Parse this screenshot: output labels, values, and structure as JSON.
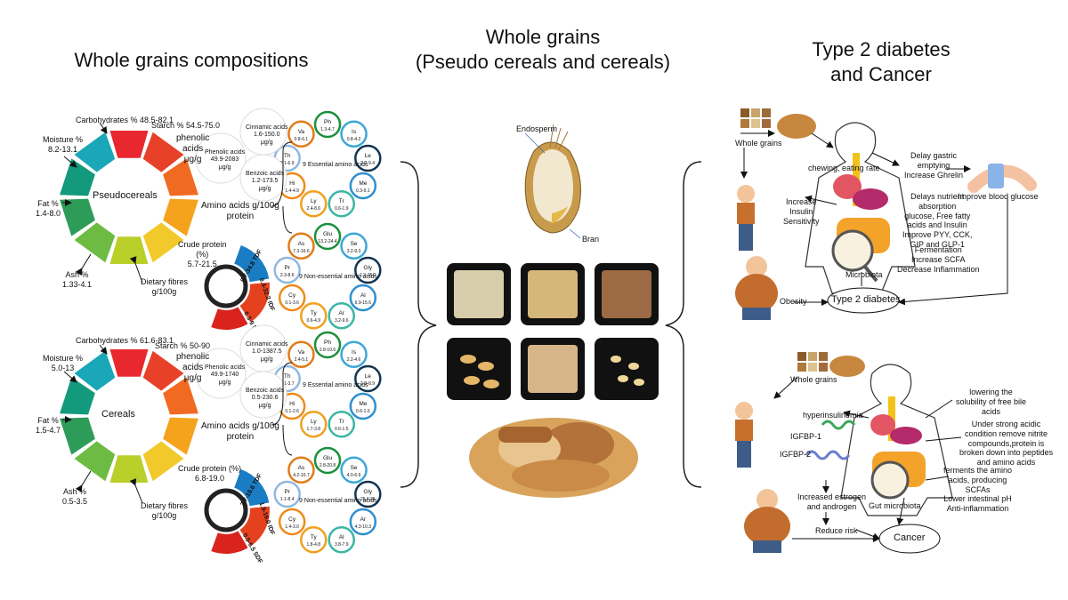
{
  "titles": {
    "left": "Whole grains compositions",
    "center_line1": "Whole grains",
    "center_line2": "(Pseudo cereals and cereals)",
    "right_line1": "Type 2 diabetes",
    "right_line2": "and Cancer"
  },
  "pseudo": {
    "center": "Pseudocereals",
    "carbohydrates": "Carbohydrates % 48.5-82.1",
    "starch": "Starch % 54.5-75.0",
    "moisture": "Moisture %\n8.2-13.1",
    "fat": "Fat %\n1.4-8.0",
    "ash": "Ash %\n1.33-4.1",
    "phenolic_label": "phenolic\nacids\nμg/g",
    "phenolic_total": "Phenolic acids\n49.9-2083\nμg/g",
    "cinnamic": "Cinnamic acids\n1.6-150.0\nμg/g",
    "benzoic": "Benzoic acids\n1.2-173.5\nμg/g",
    "amino_label": "Amino acids g/100g\nprotein",
    "protein_label": "Crude protein\n(%)\n5.7-21.5",
    "fibre_label": "Dietary fibres\ng/100g",
    "fibre_tdf": "0.7-34.8 TDF",
    "fibre_idf": "0.4-32.2 IDF",
    "fibre_sdf": "0.3-9 SDF",
    "essential_title": "9 Essential amino acids",
    "nonessential_title": "9 Non-essential amino acids",
    "essential": [
      {
        "name": "Ph",
        "val": "1.3-4.7"
      },
      {
        "name": "Is",
        "val": "0.8-4.2"
      },
      {
        "name": "Le",
        "val": "2.2-9.4"
      },
      {
        "name": "Me",
        "val": "0.3-9.1"
      },
      {
        "name": "Tr",
        "val": "0.6-1.9"
      },
      {
        "name": "Ly",
        "val": "2.4-8.6"
      },
      {
        "name": "Hi",
        "val": "1.4-4.9"
      },
      {
        "name": "Th",
        "val": "2.1-6.9"
      },
      {
        "name": "Va",
        "val": "0.8-6.1"
      }
    ],
    "nonessential": [
      {
        "name": "Glu",
        "val": "13.2-24.4"
      },
      {
        "name": "Se",
        "val": "3.2-9.3"
      },
      {
        "name": "Gly",
        "val": "2.2-15.2"
      },
      {
        "name": "Al",
        "val": "6.9-15.6"
      },
      {
        "name": "Ar",
        "val": "3.2-9.6"
      },
      {
        "name": "Ty",
        "val": "0.6-4.9"
      },
      {
        "name": "Cy",
        "val": "0.1-3.6"
      },
      {
        "name": "Pr",
        "val": "2.3-8.6"
      },
      {
        "name": "As",
        "val": "7.3-16.6"
      }
    ]
  },
  "cereal": {
    "center": "Cereals",
    "carbohydrates": "Carbohydrates % 61.6-83.1",
    "starch": "Starch % 50-90",
    "moisture": "Moisture %\n5.0-13",
    "fat": "Fat %\n1.5-4.7",
    "ash": "Ash %\n0.5-3.5",
    "phenolic_label": "phenolic\nacids\nμg/g",
    "phenolic_total": "Phenolic acids\n49.9-1740\nμg/g",
    "cinnamic": "Cinnamic acids\n1.0-1387.5\nμg/g",
    "benzoic": "Benzoic acids\n0.5-230.6\nμg/g",
    "amino_label": "Amino acids g/100g\nprotein",
    "protein_label": "Crude protein (%)\n6.8-19.0",
    "fibre_label": "Dietary fibres\ng/100g",
    "fibre_tdf": "2.7-19.6 TDF",
    "fibre_idf": "1.9-16.0 IDF",
    "fibre_sdf": "0.5-6.5 SDF",
    "essential_title": "9 Essential amino acids",
    "nonessential_title": "9 Non-essential amino acids",
    "essential": [
      {
        "name": "Ph",
        "val": "2.8-10.6"
      },
      {
        "name": "Is",
        "val": "2.2-4.6"
      },
      {
        "name": "Le",
        "val": "1.3-8.9"
      },
      {
        "name": "Me",
        "val": "0.6-1.6"
      },
      {
        "name": "Tr",
        "val": "0.6-1.5"
      },
      {
        "name": "Ly",
        "val": "1.7-3.8"
      },
      {
        "name": "Hi",
        "val": "0.1-2.6"
      },
      {
        "name": "Th",
        "val": "1.1-3.7"
      },
      {
        "name": "Va",
        "val": "2.4-5.1"
      }
    ],
    "nonessential": [
      {
        "name": "Glu",
        "val": "2.8-20.8"
      },
      {
        "name": "Se",
        "val": "4.0-6.9"
      },
      {
        "name": "Gly",
        "val": "25.6.31"
      },
      {
        "name": "Ar",
        "val": "4.3-10.3"
      },
      {
        "name": "Al",
        "val": "3.8-7.9"
      },
      {
        "name": "Ty",
        "val": "1.8-4.8"
      },
      {
        "name": "Cy",
        "val": "1.4-3.0"
      },
      {
        "name": "Pr",
        "val": "1.1-8.4"
      },
      {
        "name": "As",
        "val": "4.2-10.7"
      }
    ]
  },
  "center": {
    "endosperm": "Endosperm",
    "bran": "Bran"
  },
  "t2d": {
    "whole_grains": "Whole grains",
    "chewing": "chewing, eating rate",
    "gastric": "Delay gastric\nemptying\nIncrease Ghrelin",
    "insulin": "Increase\nInsulin\nSensitivity",
    "glucose_absorption": "Delays nutrient\nabsorption\nglucose, Free fatty\nacids and Insulin\nImprove PYY, CCK,\nGIP and GLP-1",
    "fermentation": "Fermentation\nIncrease SCFA\nDecrease Inflammation",
    "microbiota": "Microbiota",
    "blood_glucose": "Improve blood glucose",
    "obesity": "Obesity",
    "disease": "Type 2 diabetes"
  },
  "cancer": {
    "whole_grains": "Whole grains",
    "hyperinsulinemia": "hyperinsulinemia",
    "igfbp1": "IGFBP-1",
    "igfbp2": "IGFBP-2",
    "estrogen": "Increased estrogen\nand androgen",
    "reduce": "Reduce risk",
    "bile": "lowering the\nsolubility of free bile\nacids",
    "acidic": "Under strong acidic\ncondition remove nitrite\ncompounds,protein is\nbroken down into peptides\nand amino acids",
    "ferments": "ferments the amino\nacids, producing\nSCFAs\nLower intestinal pH\nAnti-inflammation",
    "gut": "Gut microbiota",
    "disease": "Cancer"
  },
  "colors": {
    "ring": [
      "#e8282e",
      "#e8412a",
      "#f06a22",
      "#f5a31c",
      "#f2c92a",
      "#b9cf2a",
      "#6ebb44",
      "#2d9c58",
      "#139a7c",
      "#1aa7b8"
    ],
    "tdf": "#1a7cc2",
    "idf": "#e5411f",
    "sdf": "#d9231c",
    "amino_ring": [
      "#1e8f3c",
      "#3da7d8",
      "#14354f",
      "#2f8fce",
      "#3bb6a3",
      "#f0a020",
      "#f08a1a",
      "#8fb8e0",
      "#e07b1a"
    ]
  }
}
